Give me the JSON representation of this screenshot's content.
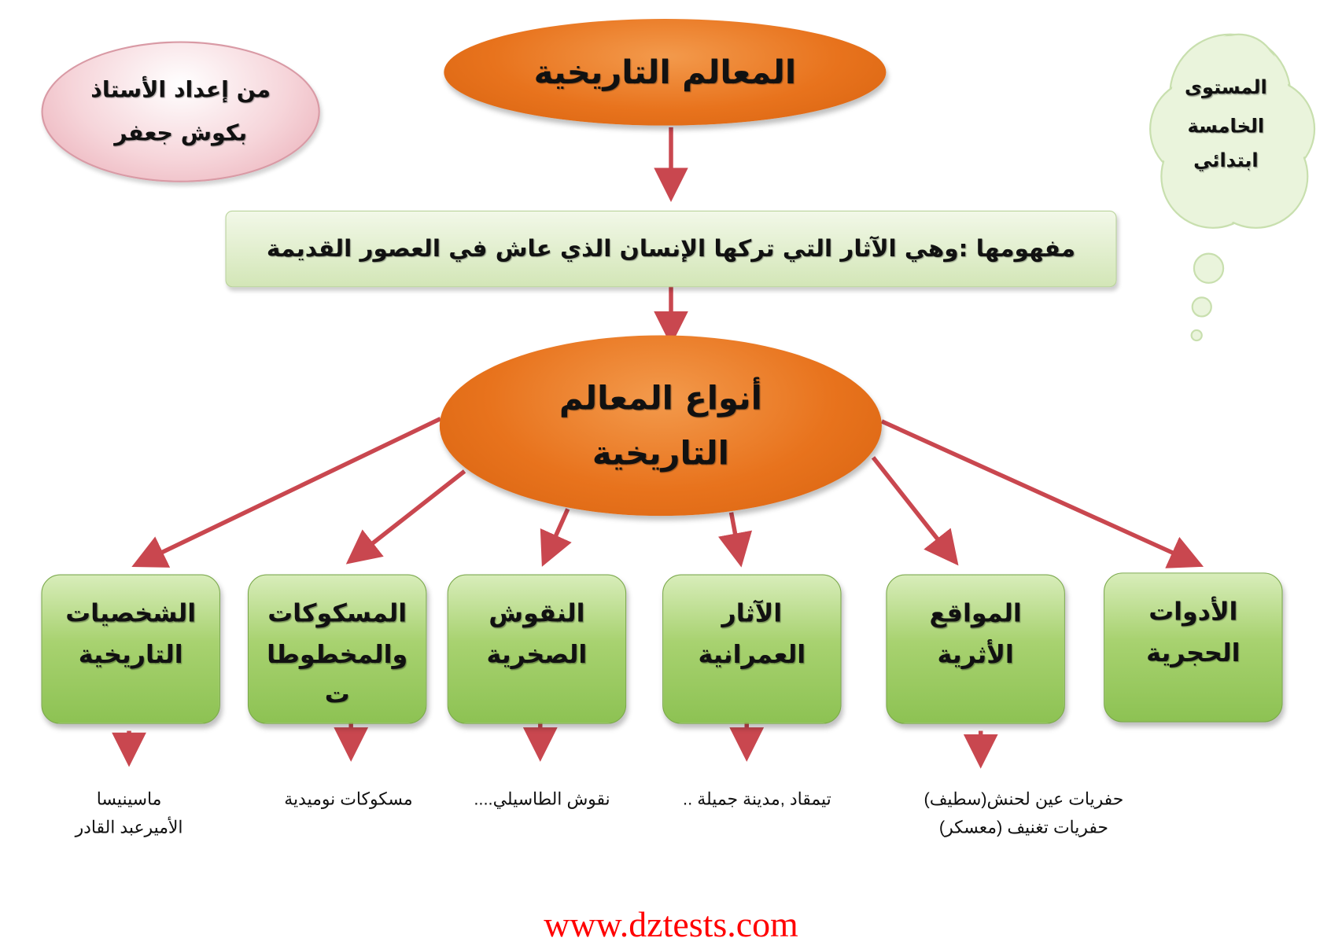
{
  "title": "المعالم التاريخية",
  "author": {
    "line1": "من إعداد الأستاذ",
    "line2": "بكوش جعفر"
  },
  "level": {
    "line1": "المستوى",
    "line2": "الخامسة",
    "line3": "ابتدائي"
  },
  "definition": "مفهومها :وهي الآثار التي تركها الإنسان الذي عاش في العصور القديمة",
  "types_title": {
    "line1": "أنواع المعالم",
    "line2": "التاريخية"
  },
  "types": [
    {
      "line1": "الأدوات",
      "line2": "الحجرية",
      "line3": ""
    },
    {
      "line1": "المواقع",
      "line2": "الأثرية",
      "line3": ""
    },
    {
      "line1": "الآثار",
      "line2": "العمرانية",
      "line3": ""
    },
    {
      "line1": "النقوش",
      "line2": "الصخرية",
      "line3": ""
    },
    {
      "line1": "المسكوكات",
      "line2": "والمخطوطا",
      "line3": "ت"
    },
    {
      "line1": "الشخصيات",
      "line2": "التاريخية",
      "line3": ""
    }
  ],
  "examples": {
    "sites": {
      "line1": "حفريات عين لحنش(سطيف)",
      "line2": "حفريات تغنيف (معسكر)"
    },
    "urban": "تيمقاد ,مدينة جميلة ..",
    "rock": "نقوش الطاسيلي....",
    "coins": "مسكوكات نوميدية",
    "people": {
      "line1": "ماسينيسا",
      "line2": "الأميرعبد القادر"
    }
  },
  "footer_url": "www.dztests.com",
  "colors": {
    "orange": "#e8731d",
    "arrow": "#c9474f",
    "green": "#a8d270",
    "url": "#ff0000"
  }
}
